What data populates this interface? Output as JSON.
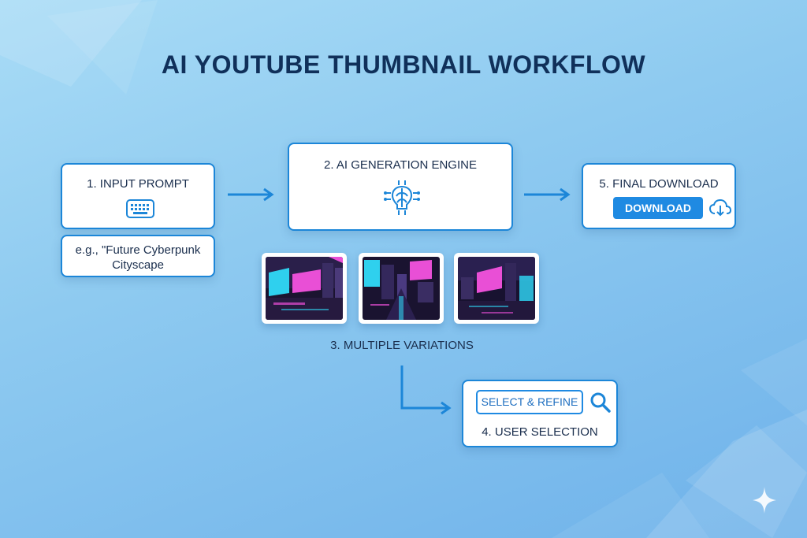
{
  "title": "AI YOUTUBE THUMBNAIL WORKFLOW",
  "steps": {
    "input": {
      "label": "1. INPUT PROMPT",
      "icon": "keyboard-icon"
    },
    "example": {
      "line1": "e.g., \"Future Cyberpunk",
      "line2": "Cityscape"
    },
    "engine": {
      "label": "2. AI GENERATION ENGINE",
      "icon": "ai-brain-chip-icon"
    },
    "variations": {
      "label": "3. MULTIPLE VARIATIONS",
      "count": 3
    },
    "selection": {
      "label": "4. USER SELECTION",
      "button": "SELECT & REFINE",
      "icon": "magnifier-icon"
    },
    "download": {
      "label": "5. FINAL DOWNLOAD",
      "button": "DOWNLOAD",
      "icon": "cloud-download-icon"
    }
  },
  "colors": {
    "accent": "#1f8ae2",
    "title": "#10305a",
    "neon_pink": "#e94fd6",
    "neon_cyan": "#3fd7f0"
  },
  "watermark_icon": "sparkle-icon"
}
